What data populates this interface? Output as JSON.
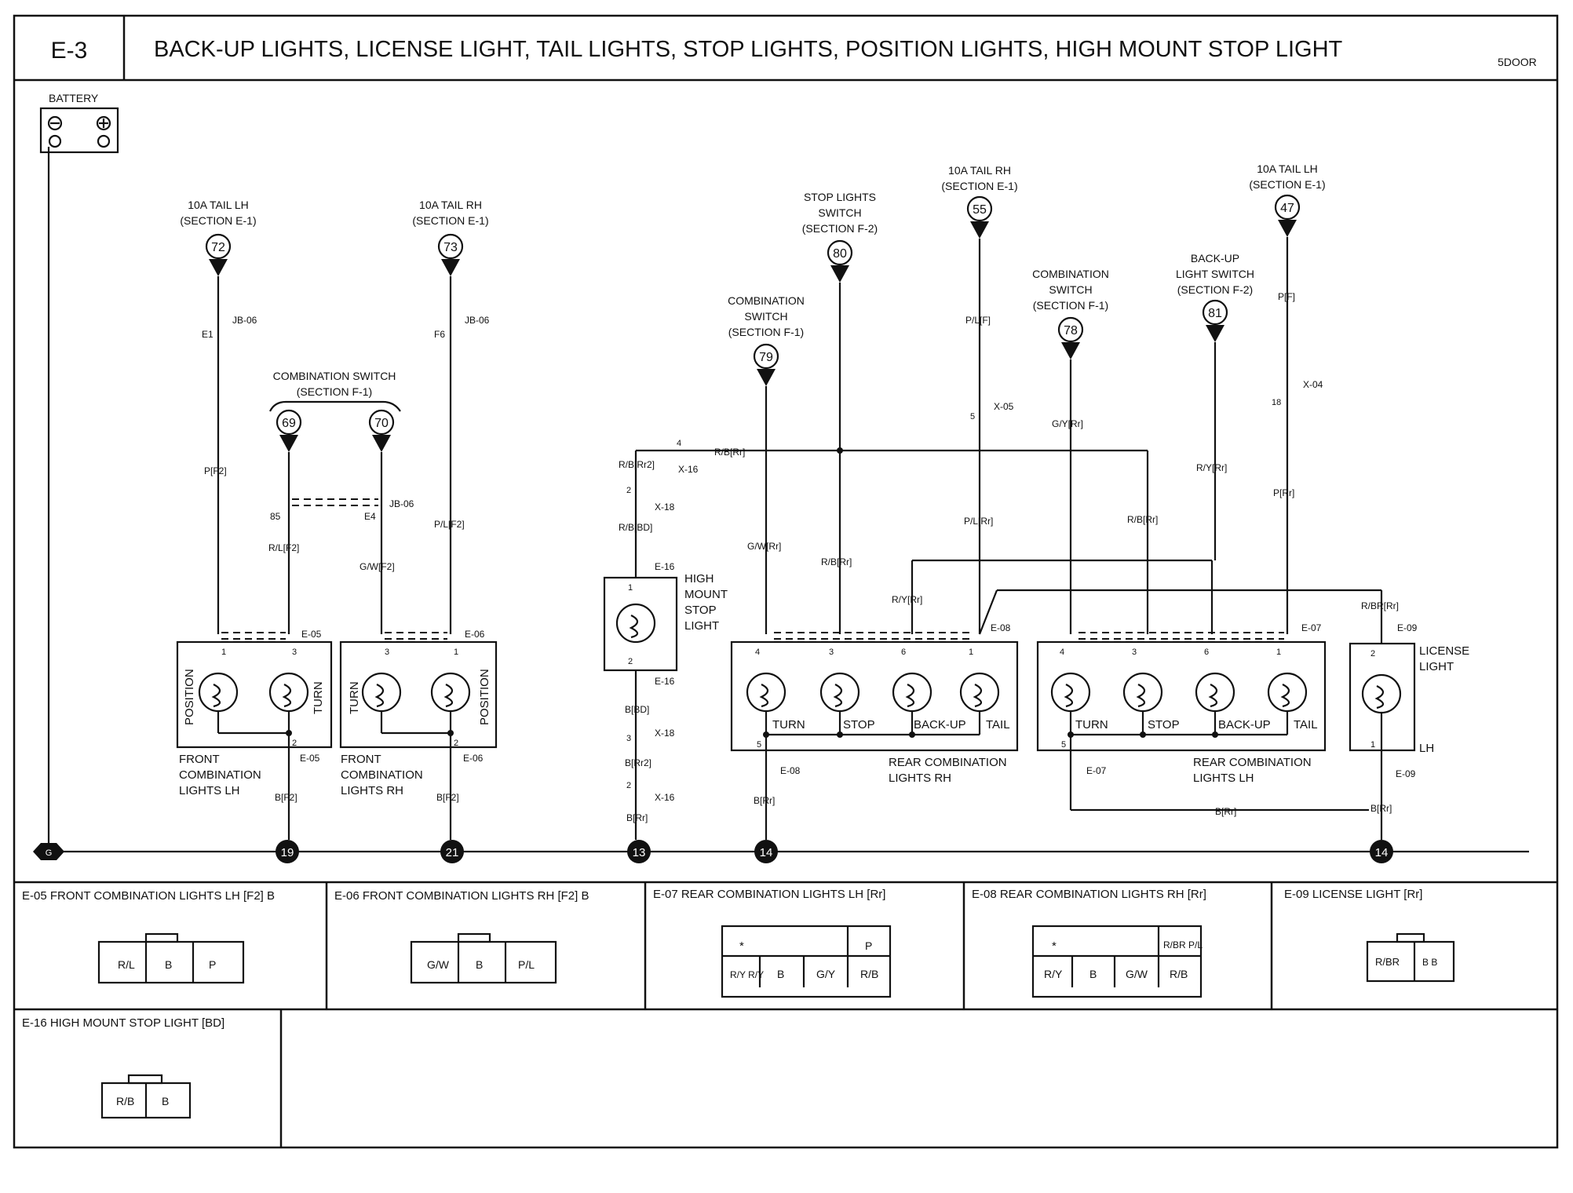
{
  "header": {
    "code": "E-3",
    "title": "BACK-UP LIGHTS, LICENSE LIGHT, TAIL LIGHTS, STOP LIGHTS, POSITION LIGHTS, HIGH MOUNT STOP LIGHT",
    "variant": "5DOOR"
  },
  "battery": {
    "label": "BATTERY"
  },
  "sources": {
    "s72": {
      "num": "72",
      "l1": "10A TAIL LH",
      "l2": "(SECTION E-1)"
    },
    "s73": {
      "num": "73",
      "l1": "10A TAIL RH",
      "l2": "(SECTION E-1)"
    },
    "comb_switch_top": {
      "l1": "COMBINATION SWITCH",
      "l2": "(SECTION F-1)"
    },
    "s69": {
      "num": "69"
    },
    "s70": {
      "num": "70"
    },
    "s79": {
      "num": "79",
      "l1": "COMBINATION",
      "l2": "SWITCH",
      "l3": "(SECTION F-1)"
    },
    "s80": {
      "num": "80",
      "l1": "STOP LIGHTS",
      "l2": "SWITCH",
      "l3": "(SECTION F-2)"
    },
    "s55": {
      "num": "55",
      "l1": "10A TAIL RH",
      "l2": "(SECTION E-1)"
    },
    "s78": {
      "num": "78",
      "l1": "COMBINATION",
      "l2": "SWITCH",
      "l3": "(SECTION F-1)"
    },
    "s81": {
      "num": "81",
      "l1": "BACK-UP",
      "l2": "LIGHT SWITCH",
      "l3": "(SECTION F-2)"
    },
    "s47": {
      "num": "47",
      "l1": "10A TAIL LH",
      "l2": "(SECTION E-1)"
    }
  },
  "wires": {
    "pf2": "P[F2]",
    "rlf2": "R/L[F2]",
    "gwf2": "G/W[F2]",
    "plf2": "P/L[F2]",
    "bf2": "B[F2]",
    "rbrr2": "R/B[Rr2]",
    "rbrr": "R/B[Rr]",
    "rbbd": "R/B[BD]",
    "bbd": "B[BD]",
    "brr2": "B[Rr2]",
    "brr": "B[Rr]",
    "gwrr": "G/W[Rr]",
    "ryrr": "R/Y[Rr]",
    "plf": "P/L[F]",
    "plrr": "P/L[Rr]",
    "gyrr": "G/Y[Rr]",
    "pf": "P[F]",
    "prr": "P[Rr]",
    "rbrrr": "R/BR[Rr]"
  },
  "junctions": {
    "jb06": "JB-06",
    "e1": "E1",
    "f6": "F6",
    "p85": "85",
    "e4": "E4",
    "x16": "X-16",
    "x18": "X-18",
    "x05": "X-05",
    "x04": "X-04",
    "p4": "4",
    "p2": "2",
    "p3": "3",
    "p5": "5",
    "p18": "18",
    "p1": "1",
    "p6": "6",
    "e05": "E-05",
    "e06": "E-06",
    "e07": "E-07",
    "e08": "E-08",
    "e09": "E-09",
    "e16": "E-16"
  },
  "components": {
    "front_lh": {
      "l1": "FRONT",
      "l2": "COMBINATION",
      "l3": "LIGHTS LH",
      "bulb1": "POSITION",
      "bulb2": "TURN"
    },
    "front_rh": {
      "l1": "FRONT",
      "l2": "COMBINATION",
      "l3": "LIGHTS RH",
      "bulb1": "TURN",
      "bulb2": "POSITION"
    },
    "hmsl": {
      "l1": "HIGH",
      "l2": "MOUNT",
      "l3": "STOP",
      "l4": "LIGHT"
    },
    "rear_rh": {
      "l1": "REAR COMBINATION",
      "l2": "LIGHTS  RH",
      "b1": "TURN",
      "b2": "STOP",
      "b3": "BACK-UP",
      "b4": "TAIL"
    },
    "rear_lh": {
      "l1": "REAR COMBINATION",
      "l2": "LIGHTS LH",
      "b1": "TURN",
      "b2": "STOP",
      "b3": "BACK-UP",
      "b4": "TAIL"
    },
    "license": {
      "l1": "LICENSE",
      "l2": "LIGHT",
      "side": "LH"
    }
  },
  "grounds": {
    "g1": "G",
    "g19": "19",
    "g21": "21",
    "g13": "13",
    "g14a": "14",
    "g14b": "14"
  },
  "connectors": {
    "e05": {
      "title": "E-05 FRONT COMBINATION LIGHTS LH [F2] B",
      "pins": [
        "R/L",
        "B",
        "P"
      ]
    },
    "e06": {
      "title": "E-06 FRONT COMBINATION LIGHTS RH [F2] B",
      "pins": [
        "G/W",
        "B",
        "P/L"
      ]
    },
    "e07": {
      "title": "E-07 REAR COMBINATION LIGHTS LH [Rr]",
      "pins": [
        "*",
        "P",
        "R/Y R/Y",
        "B",
        "G/Y",
        "R/B"
      ]
    },
    "e08": {
      "title": "E-08 REAR COMBINATION LIGHTS RH [Rr]",
      "pins": [
        "*",
        "R/BR P/L",
        "R/Y",
        "B",
        "G/W",
        "R/B"
      ]
    },
    "e09": {
      "title": "E-09 LICENSE LIGHT [Rr]",
      "pins": [
        "R/BR",
        "B B"
      ]
    },
    "e16": {
      "title": "E-16 HIGH MOUNT STOP LIGHT [BD]",
      "pins": [
        "R/B",
        "B"
      ]
    }
  }
}
